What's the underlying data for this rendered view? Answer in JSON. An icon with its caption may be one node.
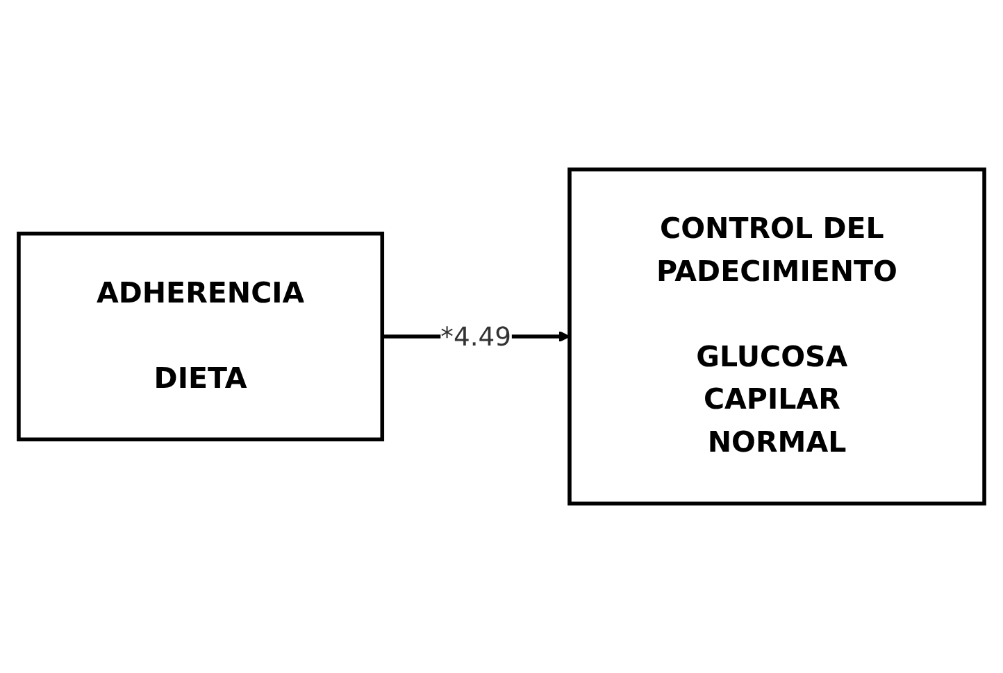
{
  "diagram": {
    "nodes": [
      {
        "text": [
          "ADHERENCIA",
          "DIETA"
        ]
      },
      {
        "text": [
          "CONTROL DEL PADECIMIENTO",
          "GLUCOSA CAPILAR NORMAL"
        ]
      }
    ],
    "edges": [
      {
        "from": 0,
        "to": 1,
        "arrow": "to",
        "label": "*4.49"
      }
    ]
  }
}
